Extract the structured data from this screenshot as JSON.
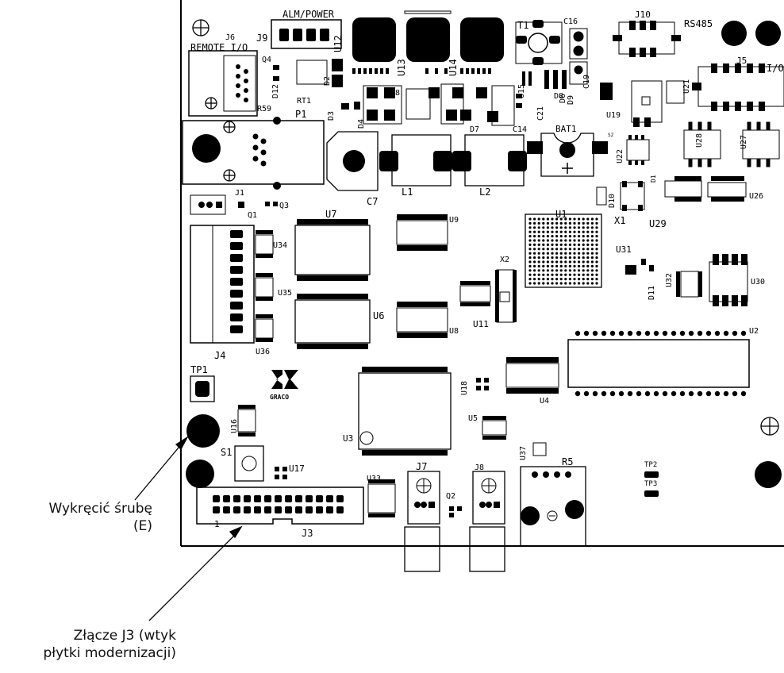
{
  "callouts": {
    "screw_line1": "Wykręcić śrubę",
    "screw_line2": "(E)",
    "j3_line1": "Złącze J3 (wtyk",
    "j3_line2": "płytki modernizacji)"
  },
  "labels": {
    "alm_power": "ALM/POWER",
    "j9": "J9",
    "j6": "J6",
    "remote_io": "REMOTE I/O",
    "u12": "U12",
    "u13": "U13",
    "u14": "U14",
    "t1": "T1",
    "c16": "C16",
    "j10": "J10",
    "rs485": "RS485",
    "j5": "J5",
    "io": "I/O",
    "q4": "Q4",
    "d12": "D12",
    "d2": "D2",
    "rt1": "RT1",
    "r59": "R59",
    "p1": "P1",
    "d3": "D3",
    "d4": "D4",
    "c8": "C8",
    "d5": "D5",
    "c21": "C21",
    "d8": "D8",
    "u15": "U15",
    "d6": "D6",
    "d9": "D9",
    "c19": "C19",
    "u19": "U19",
    "u21": "U21",
    "d7": "D7",
    "c14": "C14",
    "bat1": "BAT1",
    "s2": "S2",
    "u28": "U28",
    "u27": "U27",
    "c7": "C7",
    "l1": "L1",
    "l2": "L2",
    "u22": "U22",
    "j1": "J1",
    "q1": "Q1",
    "q3": "Q3",
    "d1": "D1",
    "d10": "D10",
    "x1": "X1",
    "u26": "U26",
    "u29": "U29",
    "u7": "U7",
    "u9": "U9",
    "u1": "U1",
    "u34": "U34",
    "x2": "X2",
    "u31": "U31",
    "u32": "U32",
    "d11": "D11",
    "u30": "U30",
    "u35": "U35",
    "u6": "U6",
    "u8": "U8",
    "u11": "U11",
    "j4": "J4",
    "u36": "U36",
    "u2": "U2",
    "tp1": "TP1",
    "graco": "GRACO",
    "u18": "U18",
    "u4": "U4",
    "u16": "U16",
    "u5": "U5",
    "u3": "U3",
    "s1": "S1",
    "u17": "U17",
    "u37": "U37",
    "j7": "J7",
    "j8": "J8",
    "r5": "R5",
    "tp2": "TP2",
    "tp3": "TP3",
    "u33": "U33",
    "q2": "Q2",
    "j3": "J3",
    "pin1": "1"
  }
}
